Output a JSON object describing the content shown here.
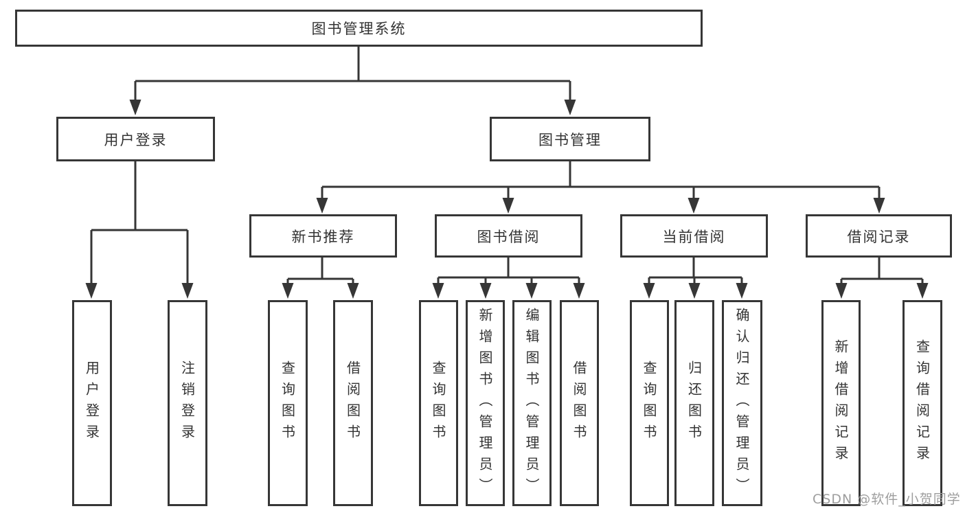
{
  "page": {
    "background_color": "#ffffff"
  },
  "diagram": {
    "type": "hierarchy-tree",
    "line_color": "#363636",
    "box_border_color": "#363636",
    "box_background_color": "#ffffff",
    "text_color": "#333333",
    "root": {
      "label": "图书管理系统"
    },
    "level2": [
      {
        "label": "用户登录"
      },
      {
        "label": "图书管理"
      }
    ],
    "level3": [
      {
        "label": "新书推荐"
      },
      {
        "label": "图书借阅"
      },
      {
        "label": "当前借阅"
      },
      {
        "label": "借阅记录"
      }
    ],
    "leaves": {
      "user_login": [
        "用户登录",
        "注销登录"
      ],
      "new_book": [
        "查询图书",
        "借阅图书"
      ],
      "book_borrow": [
        "查询图书",
        "新增图书（管理员）",
        "编辑图书（管理员）",
        "借阅图书"
      ],
      "current_borrow": [
        "查询图书",
        "归还图书",
        "确认归还（管理员）"
      ],
      "borrow_record": [
        "新增借阅记录",
        "查询借阅记录"
      ]
    }
  },
  "watermark": {
    "text": "CSDN @软件_小贺同学",
    "color": "#9e9e9e"
  }
}
